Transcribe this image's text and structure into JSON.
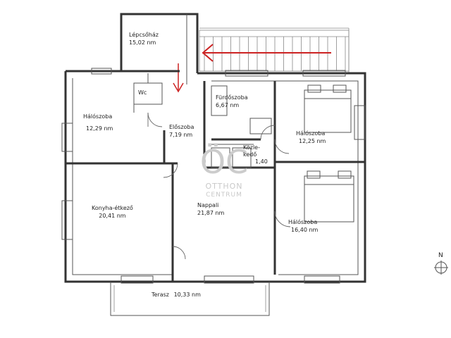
{
  "rooms": {
    "stairwell": {
      "name": "Lépcsőház",
      "area": "15,02 nm"
    },
    "wc": {
      "name": "Wc"
    },
    "bathroom": {
      "name": "Fürdőszoba",
      "area": "6,67 nm"
    },
    "bedroom_nw": {
      "name": "Hálószoba",
      "area": "12,29 nm"
    },
    "hallway": {
      "name": "Előszoba",
      "area": "7,19 nm"
    },
    "corridor": {
      "name_line1": "Közle-",
      "name_line2": "kedő",
      "area": "1,40"
    },
    "bedroom_ne": {
      "name": "Hálószoba",
      "area": "12,25 nm"
    },
    "kitchen": {
      "name": "Konyha-étkező",
      "area": "20,41 nm"
    },
    "living": {
      "name": "Nappali",
      "area": "21,87 nm"
    },
    "bedroom_se": {
      "name": "Hálószoba",
      "area": "16,40 nm"
    },
    "terrace": {
      "name": "Terasz",
      "area": "10,33 nm"
    }
  },
  "compass": {
    "label": "N"
  },
  "watermark": {
    "line1": "OTTHON",
    "line2": "CENTRUM"
  },
  "colors": {
    "arrow": "#cc2222",
    "walls": "#333333",
    "watermark": "#c9c9c9"
  }
}
